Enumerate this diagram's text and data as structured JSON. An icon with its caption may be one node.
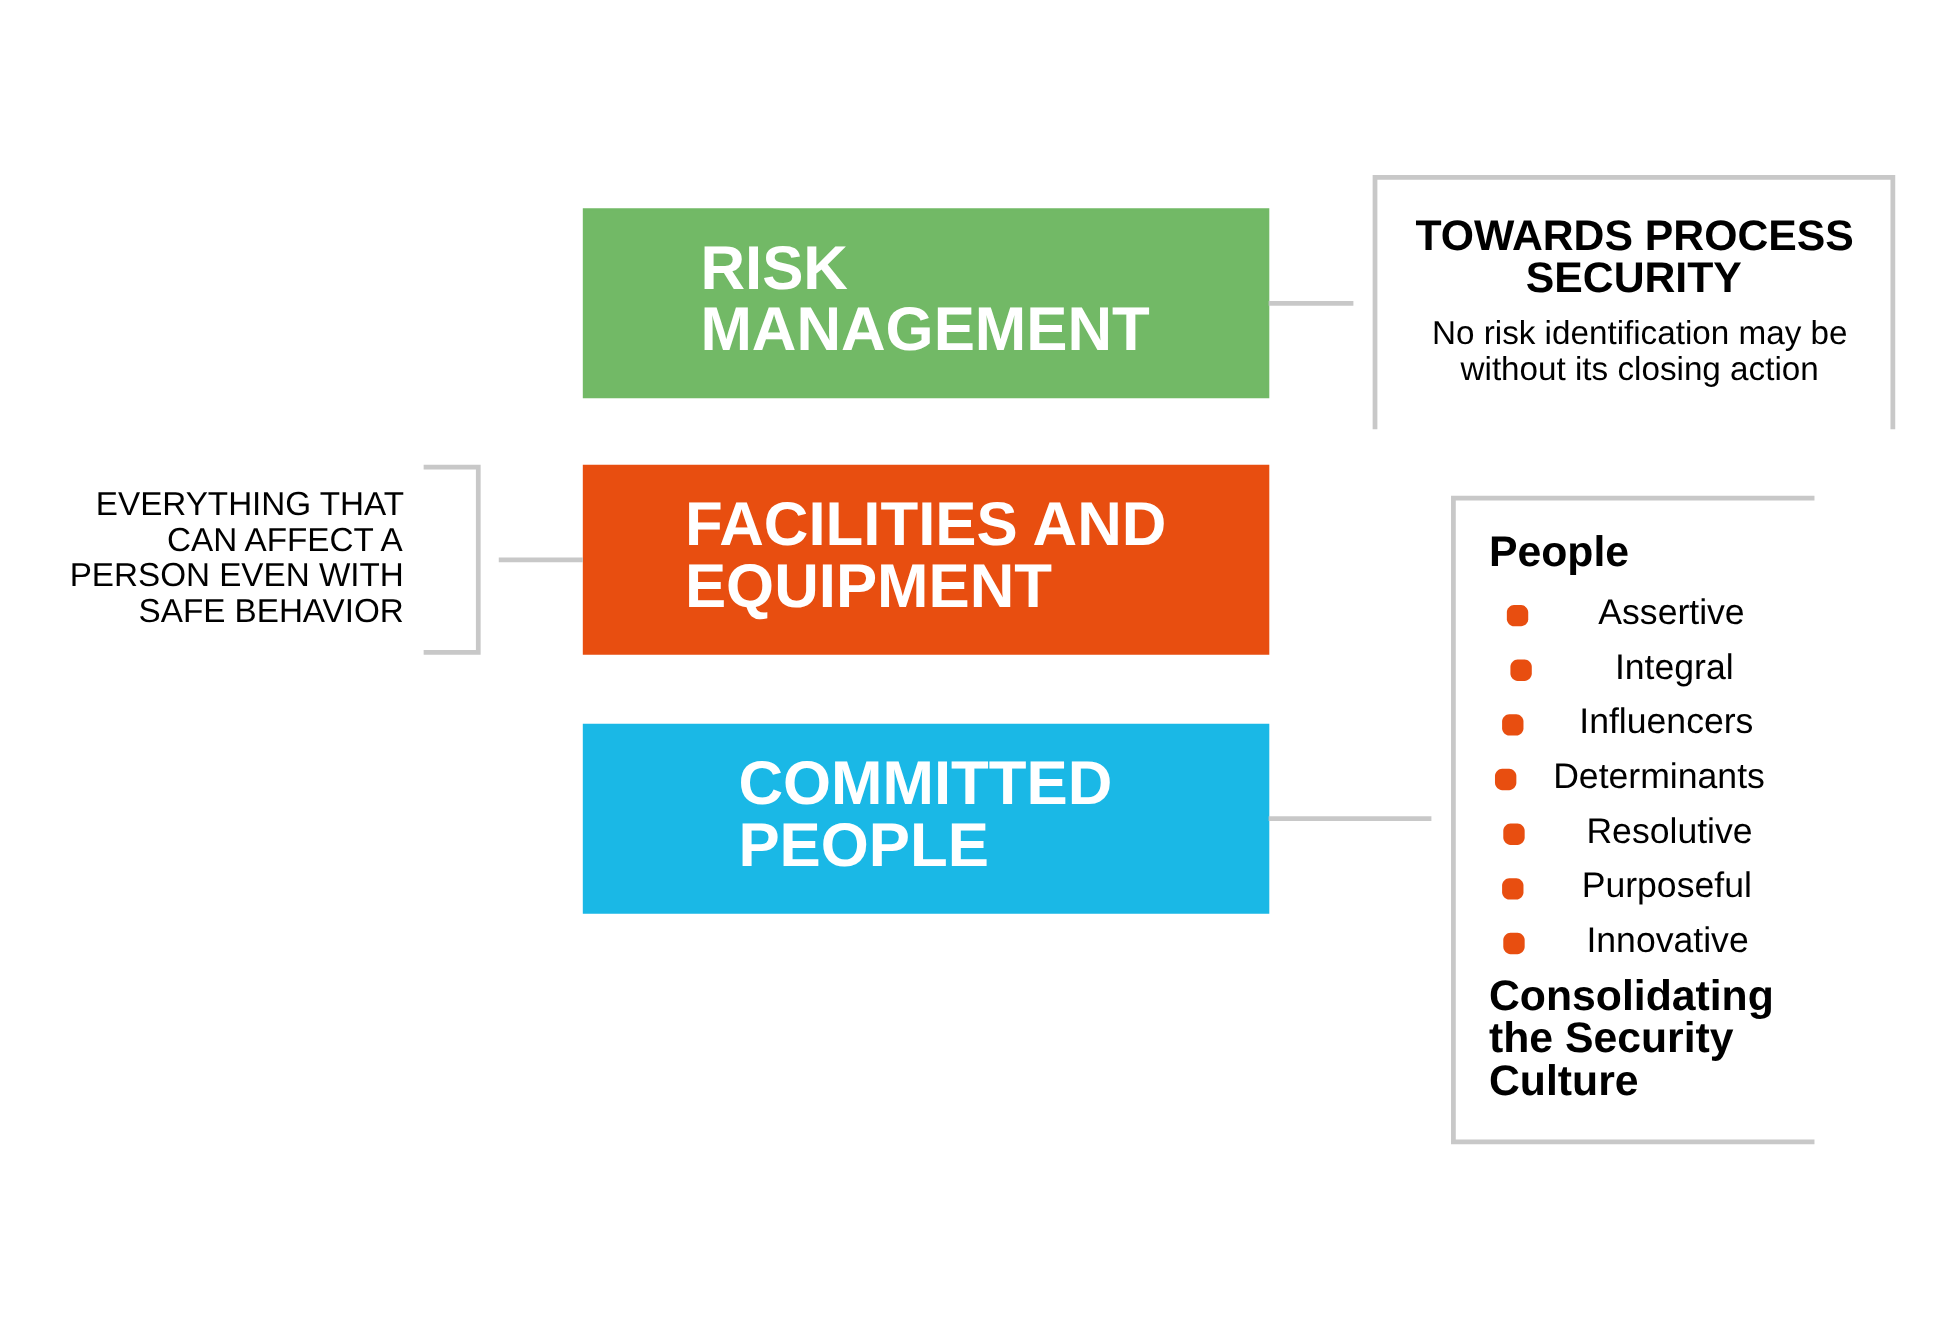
{
  "diagram": {
    "nodes": [
      {
        "text": [
          "COMMITTED PEOPLE"
        ]
      },
      {
        "text": [
          "FACILITIES AND EQUIPMENT"
        ]
      },
      {
        "text": [
          "RISK MANAGEMENT"
        ]
      },
      {
        "text": [
          "People",
          "Assertive",
          "Integral",
          "Influencers",
          "Determinants",
          "Resolutive",
          "Purposeful",
          "Innovative",
          "Consolidating the Security Culture"
        ]
      },
      {
        "text": [
          "EVERYTHING THAT CAN AFFECT A PERSON EVEN WITH SAFE BEHAVIOR"
        ]
      },
      {
        "text": [
          "TOWARDS PROCESS SECURITY",
          "No risk identification may be without its closing action"
        ]
      }
    ],
    "edges": [
      {
        "from": 0,
        "to": 3,
        "arrow": "none"
      },
      {
        "from": 4,
        "to": 1,
        "arrow": "none"
      },
      {
        "from": 2,
        "to": 5,
        "arrow": "none"
      }
    ]
  }
}
